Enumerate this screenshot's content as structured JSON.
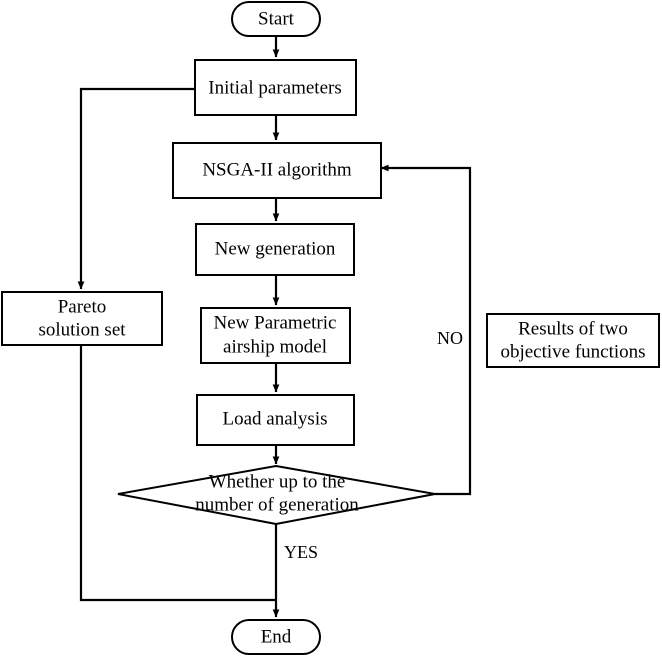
{
  "diagram": {
    "title": "NSGA-II multi-objective airship optimization flowchart",
    "type": "flowchart",
    "background_color": "#ffffff",
    "line_color": "#000000",
    "text_color": "#000000"
  },
  "nodes": {
    "start": {
      "label": "Start",
      "shape": "terminator"
    },
    "initial_parameters": {
      "label": "Initial parameters",
      "shape": "process"
    },
    "nsga2": {
      "label": "NSGA-II algorithm",
      "shape": "process"
    },
    "new_generation": {
      "label": "New generation",
      "shape": "process"
    },
    "airship_model": {
      "label_line1": "New Parametric",
      "label_line2": "airship model",
      "shape": "process"
    },
    "load_analysis": {
      "label": "Load analysis",
      "shape": "process"
    },
    "decision": {
      "label_line1": "Whether up to the",
      "label_line2": "number of generation",
      "shape": "decision"
    },
    "pareto": {
      "label_line1": "Pareto",
      "label_line2": "solution set",
      "shape": "process"
    },
    "results": {
      "label_line1": "Results of two",
      "label_line2": "objective functions",
      "shape": "process"
    },
    "end": {
      "label": "End",
      "shape": "terminator"
    }
  },
  "edge_labels": {
    "no": "NO",
    "yes": "YES"
  }
}
